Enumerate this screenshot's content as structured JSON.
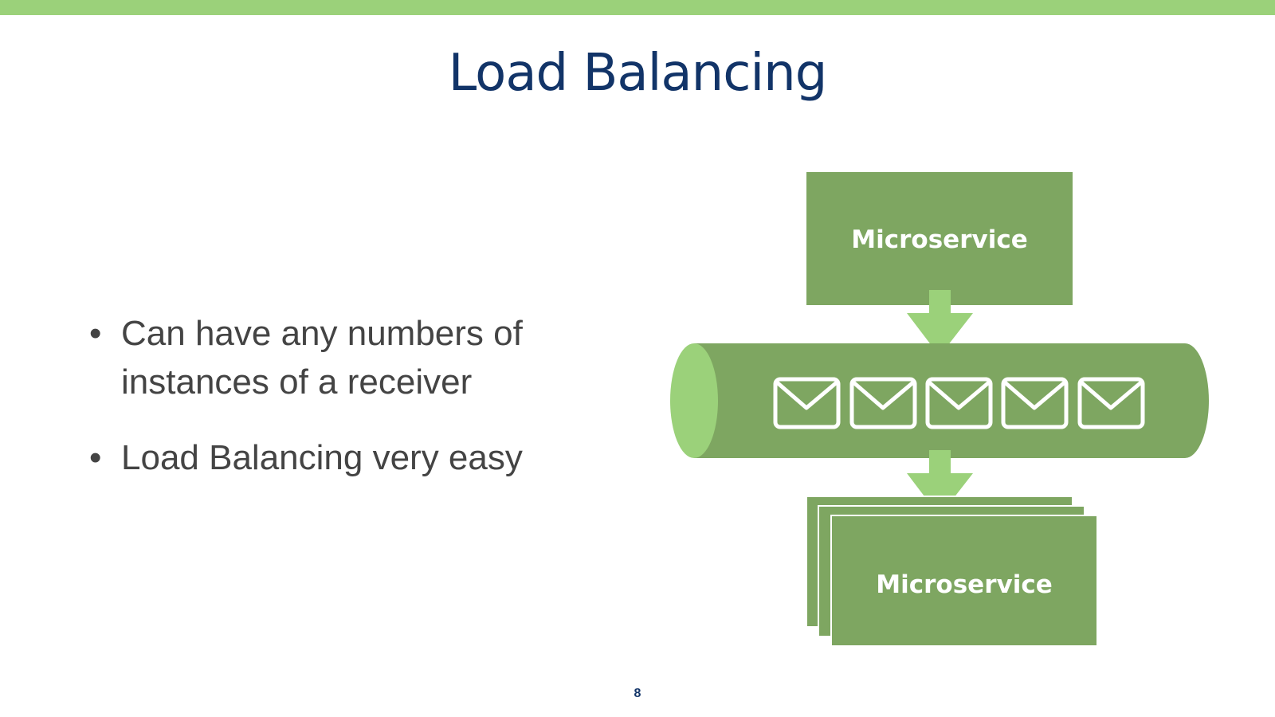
{
  "slide": {
    "title": "Load Balancing",
    "bullets": [
      "Can have any numbers of instances of a receiver",
      "Load Balancing very easy"
    ],
    "page_number": "8"
  },
  "diagram": {
    "sender_label": "Microservice",
    "receiver_label": "Microservice",
    "message_count": 5,
    "colors": {
      "accent_bar": "#9bd17a",
      "box": "#7ea661",
      "arrow": "#9bd17a",
      "pipe_end": "#9bd17a",
      "title": "#123468",
      "body_text": "#444444"
    }
  }
}
